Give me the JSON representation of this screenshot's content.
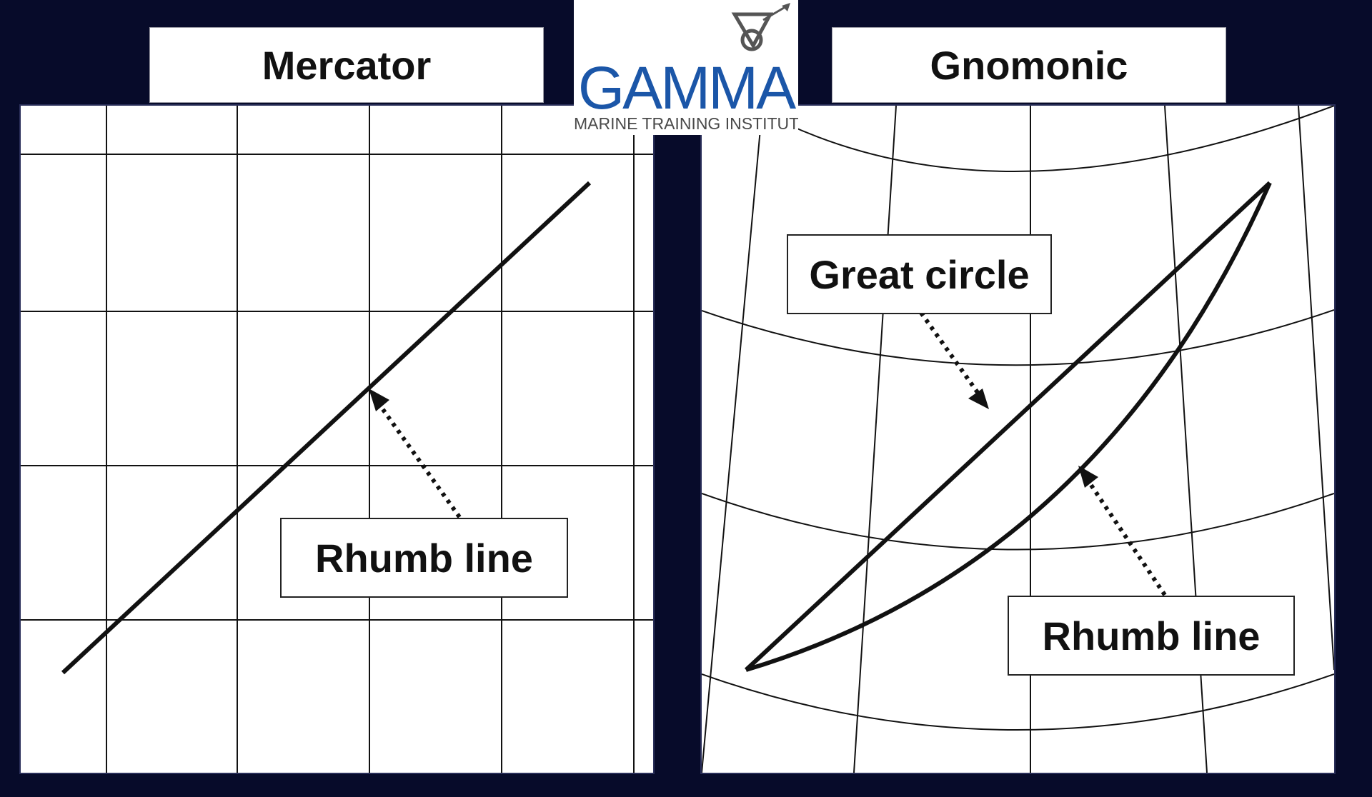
{
  "diagram": {
    "left_title": "Mercator",
    "right_title": "Gnomonic",
    "mercator_label": "Rhumb line",
    "gnomonic_great_circle_label": "Great circle",
    "gnomonic_rhumb_label": "Rhumb line"
  },
  "logo": {
    "name": "GAMMA",
    "tagline": "MARINE TRAINING INSTITUTE"
  },
  "colors": {
    "background": "#070b2a",
    "panel": "#ffffff",
    "line": "#111111",
    "logo_blue": "#1b56a8"
  }
}
